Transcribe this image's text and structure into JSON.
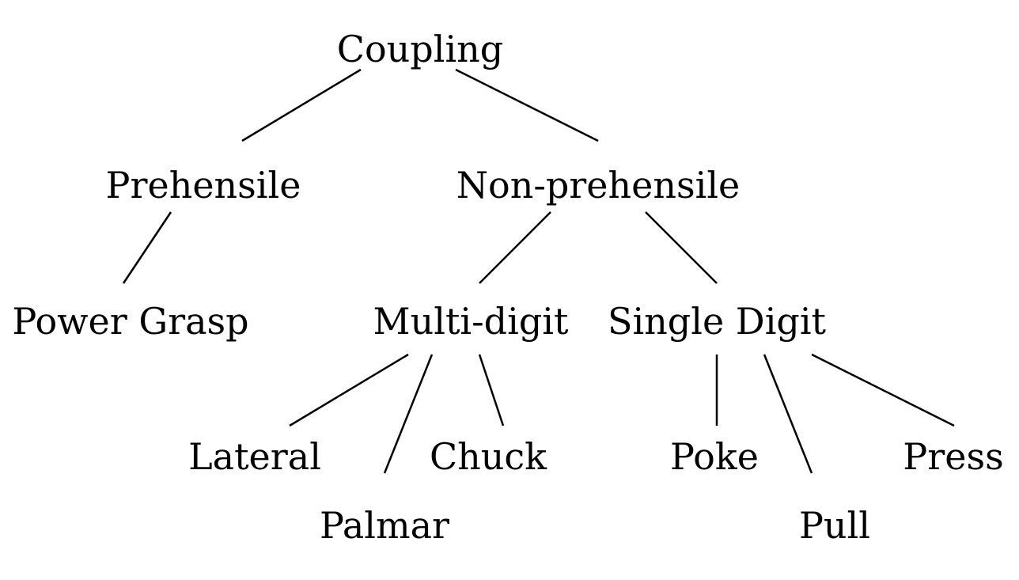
{
  "diagram": {
    "type": "tree",
    "root": "coupling",
    "nodes": [
      {
        "id": "coupling",
        "label": "Coupling"
      },
      {
        "id": "prehensile",
        "label": "Prehensile"
      },
      {
        "id": "non_prehensile",
        "label": "Non-prehensile"
      },
      {
        "id": "power_grasp",
        "label": "Power Grasp"
      },
      {
        "id": "multi_digit",
        "label": "Multi-digit"
      },
      {
        "id": "single_digit",
        "label": "Single Digit"
      },
      {
        "id": "lateral",
        "label": "Lateral"
      },
      {
        "id": "palmar",
        "label": "Palmar"
      },
      {
        "id": "chuck",
        "label": "Chuck"
      },
      {
        "id": "poke",
        "label": "Poke"
      },
      {
        "id": "pull",
        "label": "Pull"
      },
      {
        "id": "press",
        "label": "Press"
      }
    ],
    "edges": [
      {
        "from": "coupling",
        "to": "prehensile"
      },
      {
        "from": "coupling",
        "to": "non_prehensile"
      },
      {
        "from": "prehensile",
        "to": "power_grasp"
      },
      {
        "from": "non_prehensile",
        "to": "multi_digit"
      },
      {
        "from": "non_prehensile",
        "to": "single_digit"
      },
      {
        "from": "multi_digit",
        "to": "lateral"
      },
      {
        "from": "multi_digit",
        "to": "palmar"
      },
      {
        "from": "multi_digit",
        "to": "chuck"
      },
      {
        "from": "single_digit",
        "to": "poke"
      },
      {
        "from": "single_digit",
        "to": "pull"
      },
      {
        "from": "single_digit",
        "to": "press"
      }
    ]
  }
}
